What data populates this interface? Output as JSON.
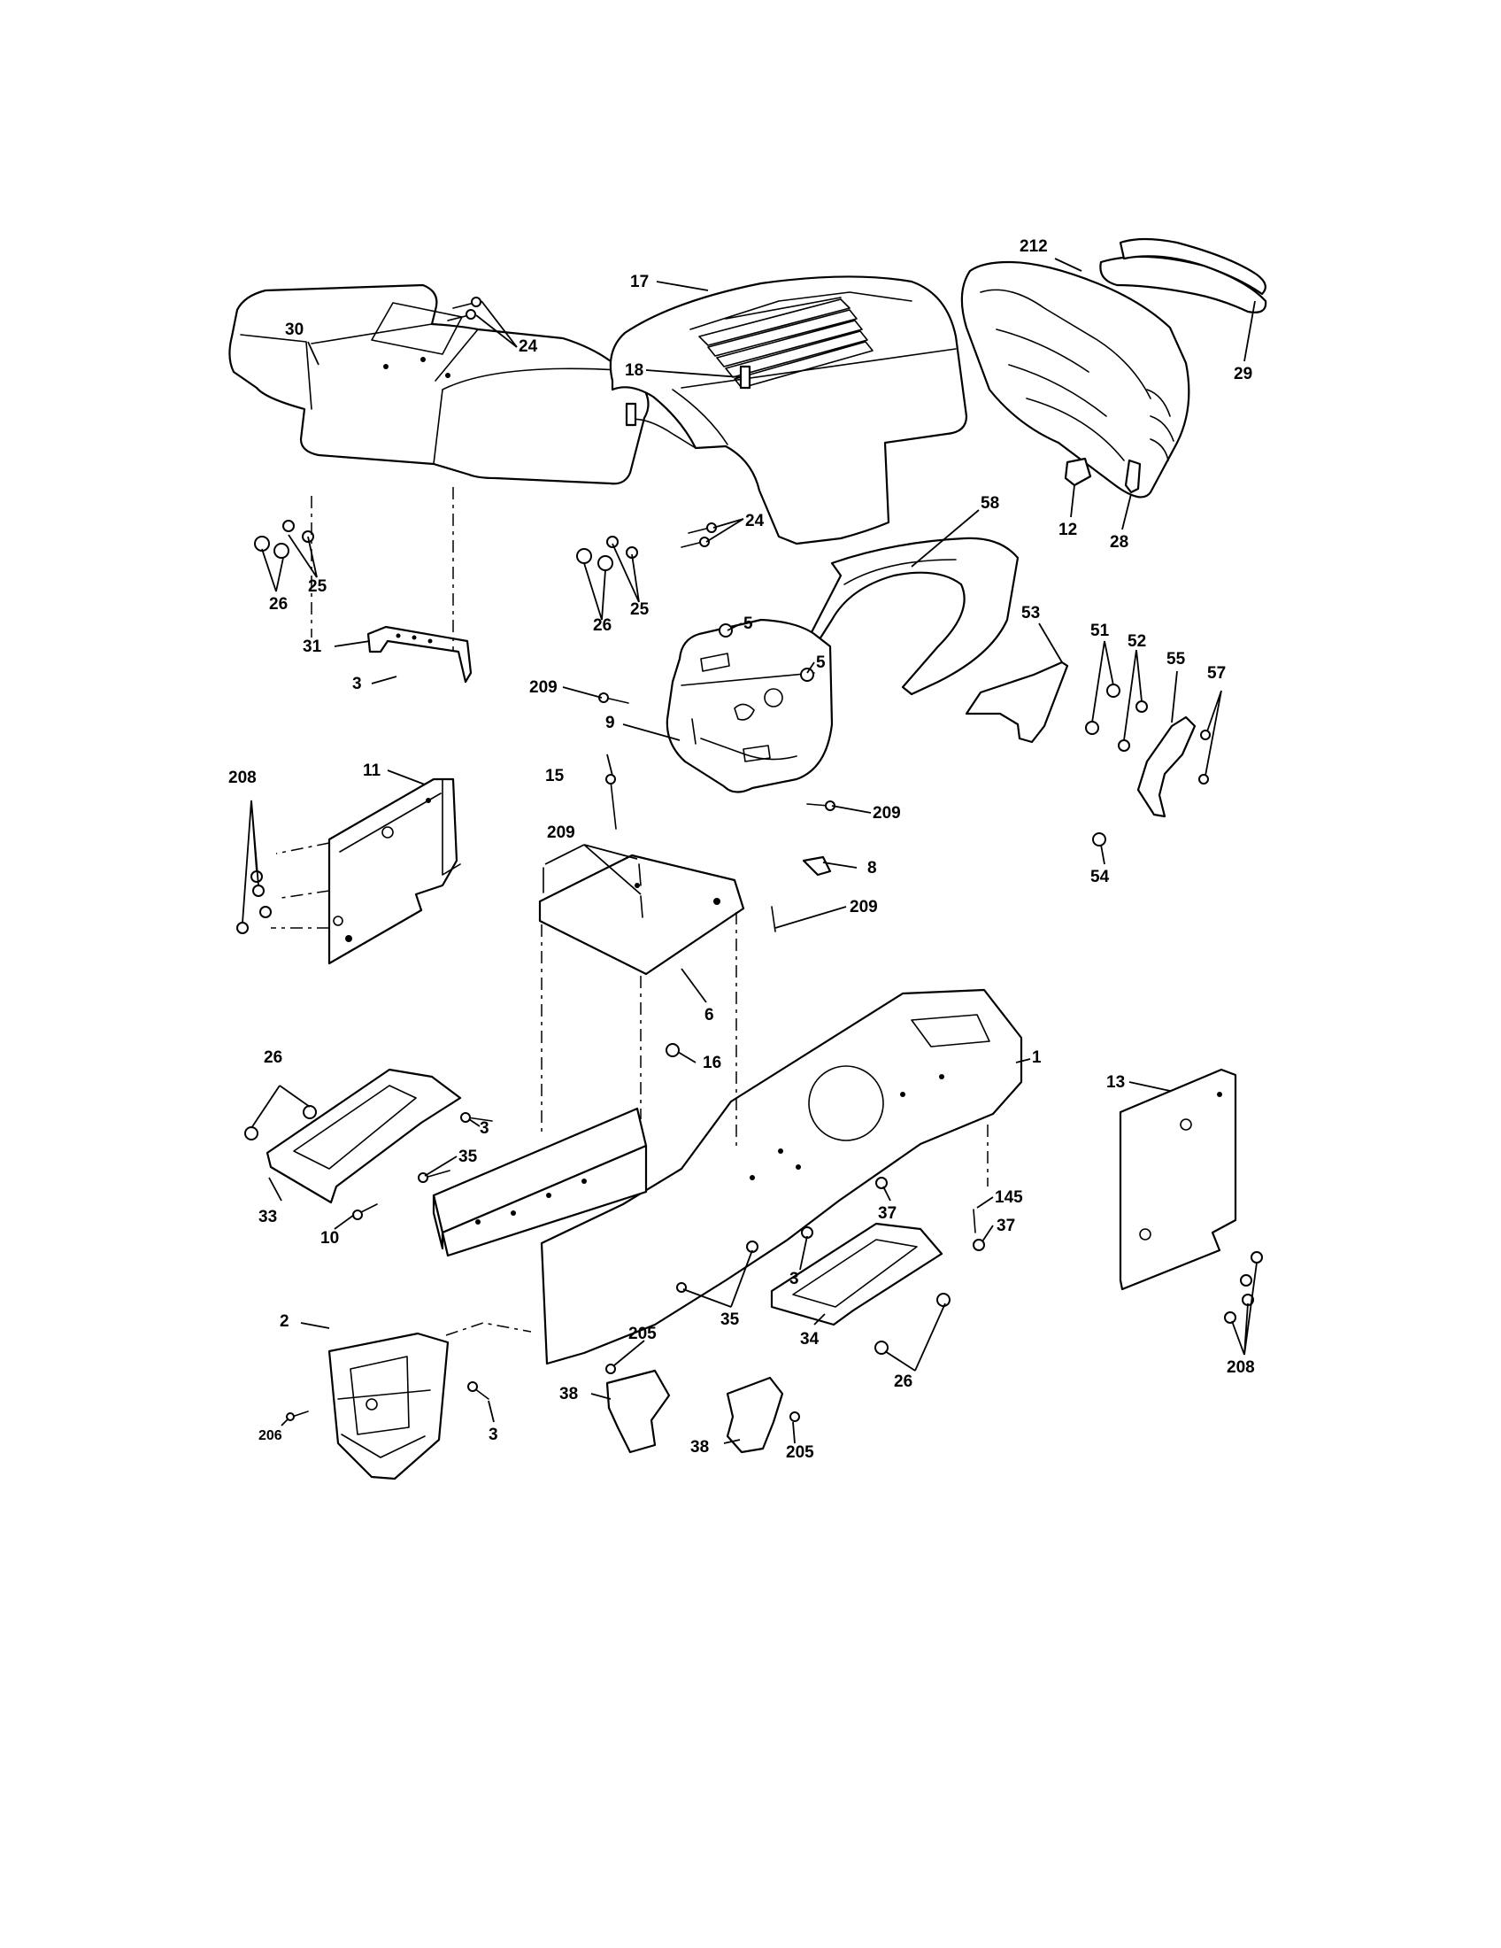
{
  "callouts": [
    {
      "id": "c30",
      "text": "30"
    },
    {
      "id": "c24a",
      "text": "24"
    },
    {
      "id": "c17",
      "text": "17"
    },
    {
      "id": "c212",
      "text": "212"
    },
    {
      "id": "c29",
      "text": "29"
    },
    {
      "id": "c18",
      "text": "18"
    },
    {
      "id": "c24b",
      "text": "24"
    },
    {
      "id": "c12",
      "text": "12"
    },
    {
      "id": "c28",
      "text": "28"
    },
    {
      "id": "c25a",
      "text": "25"
    },
    {
      "id": "c26a",
      "text": "26"
    },
    {
      "id": "c25b",
      "text": "25"
    },
    {
      "id": "c26b",
      "text": "26"
    },
    {
      "id": "c58",
      "text": "58"
    },
    {
      "id": "c5a",
      "text": "5"
    },
    {
      "id": "c5b",
      "text": "5"
    },
    {
      "id": "c31",
      "text": "31"
    },
    {
      "id": "c3a",
      "text": "3"
    },
    {
      "id": "c209a",
      "text": "209"
    },
    {
      "id": "c9",
      "text": "9"
    },
    {
      "id": "c53",
      "text": "53"
    },
    {
      "id": "c51",
      "text": "51"
    },
    {
      "id": "c52",
      "text": "52"
    },
    {
      "id": "c55",
      "text": "55"
    },
    {
      "id": "c57",
      "text": "57"
    },
    {
      "id": "c208a",
      "text": "208"
    },
    {
      "id": "c11",
      "text": "11"
    },
    {
      "id": "c15",
      "text": "15"
    },
    {
      "id": "c209b",
      "text": "209"
    },
    {
      "id": "c209c",
      "text": "209"
    },
    {
      "id": "c8",
      "text": "8"
    },
    {
      "id": "c54",
      "text": "54"
    },
    {
      "id": "c209d",
      "text": "209"
    },
    {
      "id": "c6",
      "text": "6"
    },
    {
      "id": "c16",
      "text": "16"
    },
    {
      "id": "c26c",
      "text": "26"
    },
    {
      "id": "c1",
      "text": "1"
    },
    {
      "id": "c13",
      "text": "13"
    },
    {
      "id": "c3b",
      "text": "3"
    },
    {
      "id": "c35a",
      "text": "35"
    },
    {
      "id": "c33",
      "text": "33"
    },
    {
      "id": "c10",
      "text": "10"
    },
    {
      "id": "c37a",
      "text": "37"
    },
    {
      "id": "c145",
      "text": "145"
    },
    {
      "id": "c37b",
      "text": "37"
    },
    {
      "id": "c3c",
      "text": "3"
    },
    {
      "id": "c35b",
      "text": "35"
    },
    {
      "id": "c34",
      "text": "34"
    },
    {
      "id": "c2",
      "text": "2"
    },
    {
      "id": "c205a",
      "text": "205"
    },
    {
      "id": "c26d",
      "text": "26"
    },
    {
      "id": "c208b",
      "text": "208"
    },
    {
      "id": "c38a",
      "text": "38"
    },
    {
      "id": "c206",
      "text": "206"
    },
    {
      "id": "c3d",
      "text": "3"
    },
    {
      "id": "c38b",
      "text": "38"
    },
    {
      "id": "c205b",
      "text": "205"
    }
  ]
}
